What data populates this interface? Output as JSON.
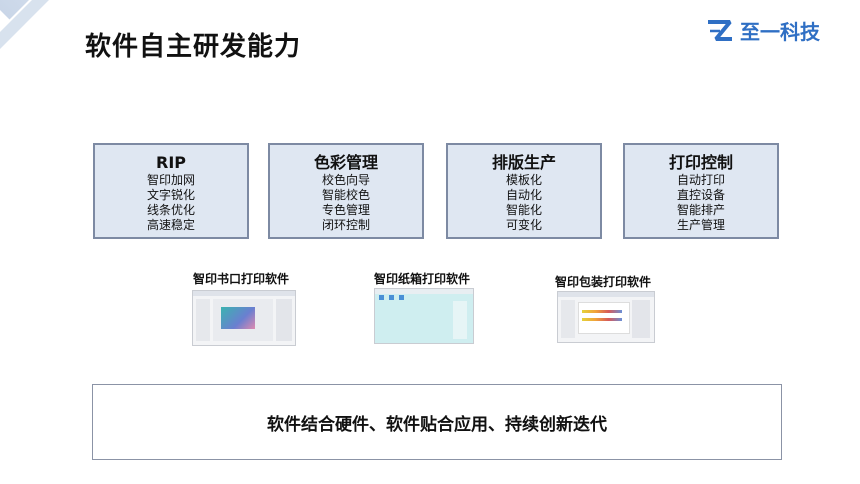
{
  "header": {
    "title": "软件自主研发能力",
    "logo_text": "至一科技",
    "logo_icon": "z-logo-icon",
    "brand_color": "#2f6fc4"
  },
  "cards": [
    {
      "title": "RIP",
      "items": [
        "智印加网",
        "文字锐化",
        "线条优化",
        "高速稳定"
      ]
    },
    {
      "title": "色彩管理",
      "items": [
        "校色向导",
        "智能校色",
        "专色管理",
        "闭环控制"
      ]
    },
    {
      "title": "排版生产",
      "items": [
        "模板化",
        "自动化",
        "智能化",
        "可变化"
      ]
    },
    {
      "title": "打印控制",
      "items": [
        "自动打印",
        "直控设备",
        "智能排产",
        "生产管理"
      ]
    }
  ],
  "software": [
    {
      "label": "智印书口打印软件"
    },
    {
      "label": "智印纸箱打印软件"
    },
    {
      "label": "智印包装打印软件"
    }
  ],
  "footer": {
    "slogan": "软件结合硬件、软件贴合应用、持续创新迭代"
  },
  "colors": {
    "card_fill": "#dfe7f2",
    "card_border": "#7d8aa3"
  }
}
